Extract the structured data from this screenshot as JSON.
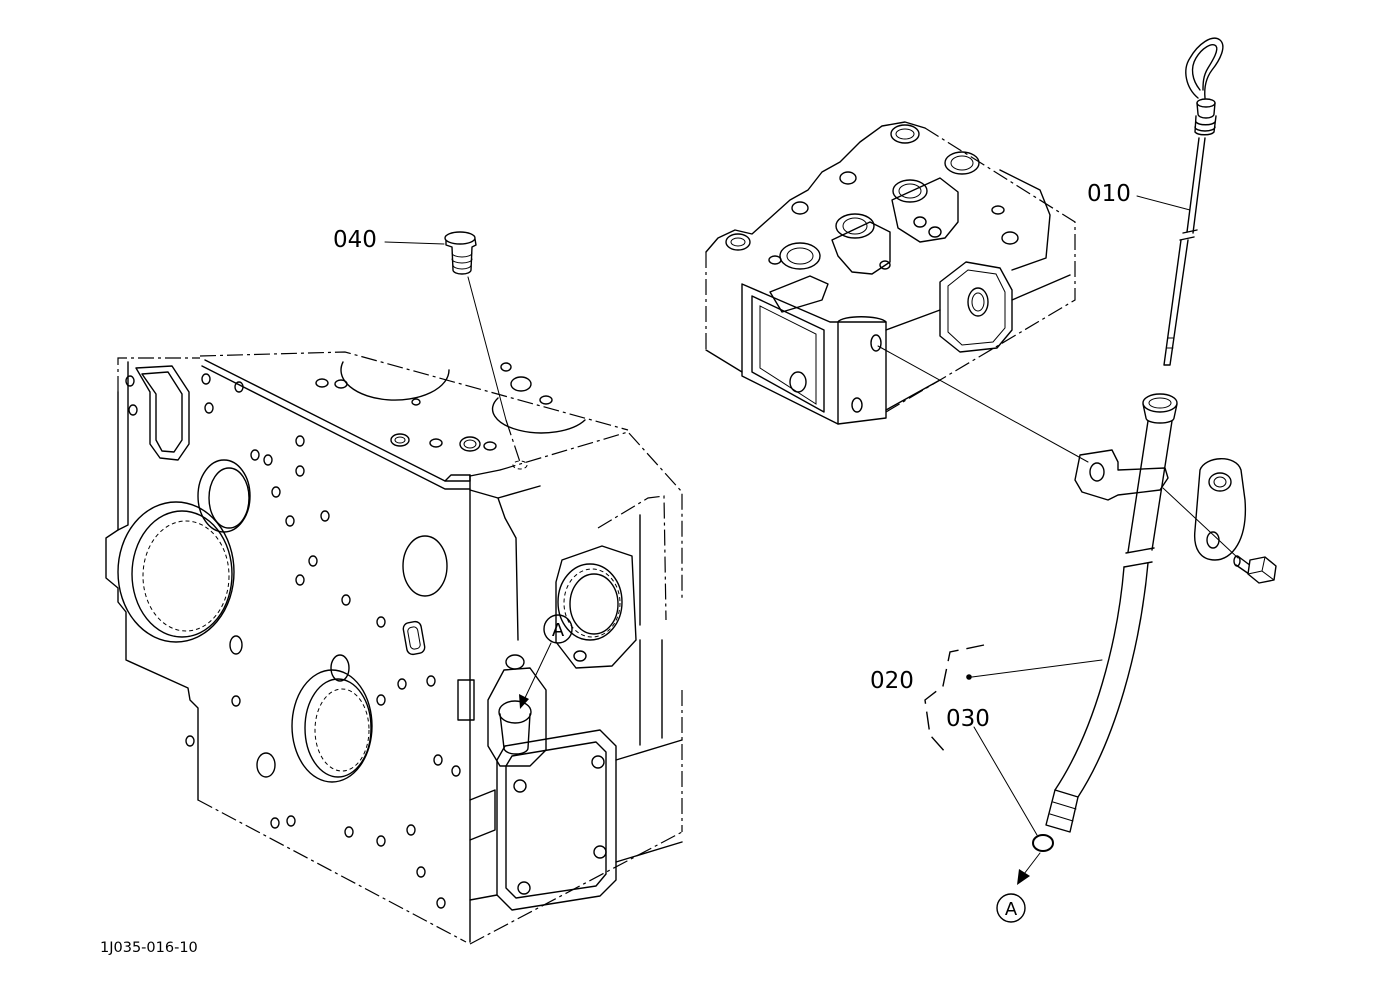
{
  "diagram": {
    "drawing_number": "1J035-016-10",
    "callouts": {
      "c010": "010",
      "c020": "020",
      "c030": "030",
      "c040": "040"
    },
    "reference_marks": [
      "A",
      "A"
    ]
  },
  "colors": {
    "line": "#000000",
    "background": "#ffffff"
  }
}
